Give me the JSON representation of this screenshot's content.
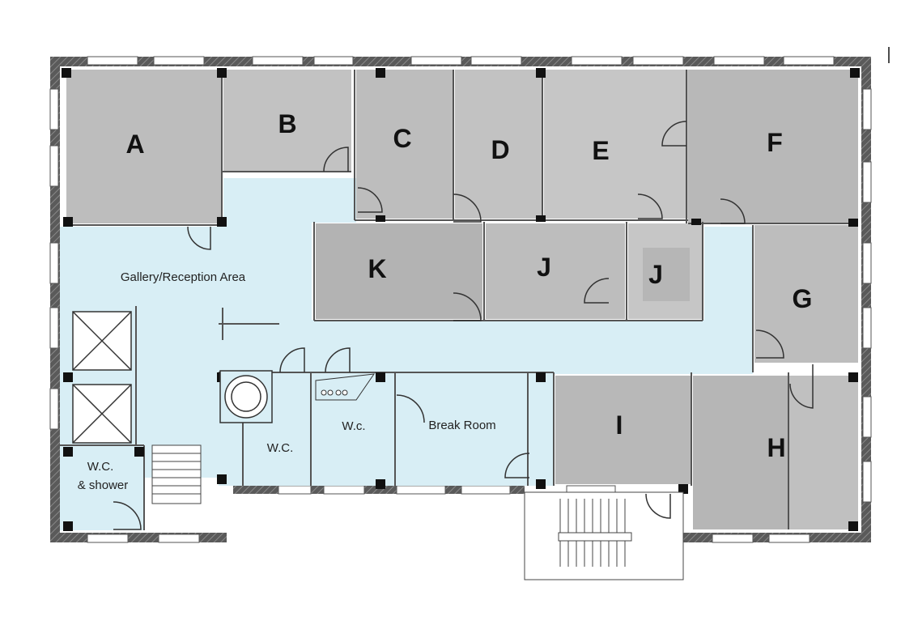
{
  "colors": {
    "office": "#bdbdbd",
    "office_light": "#c6c6c6",
    "common": "#d8eef5",
    "wall": "#4a4a4a",
    "column": "#111111",
    "window": "#ffffff"
  },
  "rooms": {
    "A": "A",
    "B": "B",
    "C": "C",
    "D": "D",
    "E": "E",
    "F": "F",
    "G": "G",
    "H": "H",
    "I": "I",
    "J1": "J",
    "J2": "J",
    "K": "K"
  },
  "areas": {
    "gallery": "Gallery/Reception Area",
    "wc_shower_1": "W.C.",
    "wc_shower_2": "& shower",
    "wc_center": "W.C.",
    "wc_small": "W.c.",
    "break_room": "Break Room"
  },
  "icons": {
    "elevator": "elevator-icon",
    "stairs": "stairs-icon",
    "door": "door-swing-icon",
    "toilet": "toilet-icon",
    "sink": "sink-icon"
  }
}
